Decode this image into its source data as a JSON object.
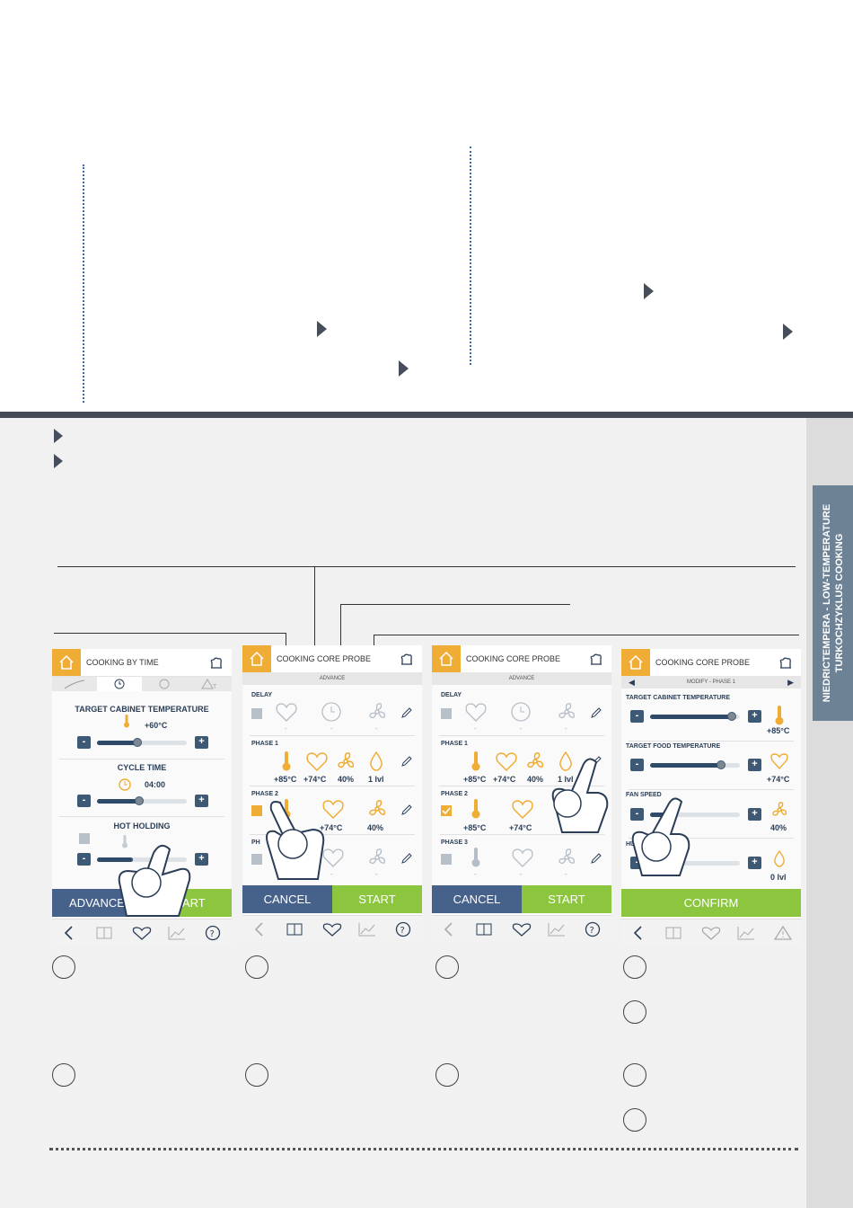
{
  "side_tab": {
    "line1": "NIEDRICTEMPERA -  LOW-TEMPERATURE",
    "line2": "TURKOCHZYKLUS       COOKING"
  },
  "screen1": {
    "title": "COOKING BY TIME",
    "sections": {
      "temperature": {
        "label": "TARGET CABINET TEMPERATURE",
        "value": "+60°C",
        "level": 0.45
      },
      "cycle_time": {
        "label": "CYCLE TIME",
        "value": "04:00",
        "level": 0.45
      },
      "hot_holding": {
        "label": "HOT HOLDING"
      }
    },
    "buttons": {
      "left": "ADVANCE",
      "right": "START"
    },
    "minus": "-",
    "plus": "+"
  },
  "screen2": {
    "title": "COOKING CORE PROBE",
    "subheader": "ADVANCE",
    "rows": [
      {
        "label": "DELAY",
        "values": [
          "-",
          "-",
          "-"
        ]
      },
      {
        "label": "PHASE 1",
        "values": [
          "+85°C",
          "+74°C",
          "40%",
          "1 lvl"
        ]
      },
      {
        "label": "PHASE 2",
        "values": [
          "+74°C",
          "40%"
        ]
      },
      {
        "label": "PH",
        "values": [
          "-",
          "-"
        ]
      }
    ],
    "buttons": {
      "left": "CANCEL",
      "right": "START"
    }
  },
  "screen3": {
    "title": "COOKING CORE PROBE",
    "subheader": "ADVANCE",
    "rows": [
      {
        "label": "DELAY",
        "values": [
          "-",
          "-",
          "-"
        ]
      },
      {
        "label": "PHASE 1",
        "values": [
          "+85°C",
          "+74°C",
          "40%",
          "1 lvl"
        ]
      },
      {
        "label": "PHASE 2",
        "values": [
          "+85°C",
          "+74°C",
          "%"
        ]
      },
      {
        "label": "PHASE 3",
        "values": [
          "-",
          "-",
          "-"
        ]
      }
    ],
    "buttons": {
      "left": "CANCEL",
      "right": "START"
    }
  },
  "screen4": {
    "title": "COOKING CORE PROBE",
    "subheader": "MODIFY - PHASE 1",
    "rows": [
      {
        "label": "TARGET CABINET TEMPERATURE",
        "value": "+85°C",
        "level": 0.9
      },
      {
        "label": "TARGET  FOOD TEMPERATURE",
        "value": "+74°C",
        "level": 0.8
      },
      {
        "label": "FAN SPEED",
        "value": "40%",
        "level": 0.3
      },
      {
        "label": "HU",
        "value": "0 lvl",
        "level": 0.0
      }
    ],
    "buttons": {
      "confirm": "CONFIRM"
    }
  },
  "colors": {
    "accent": "#f0ad35",
    "navy": "#3d5975",
    "green": "#8cc63f",
    "blue_btn": "#46618a"
  }
}
